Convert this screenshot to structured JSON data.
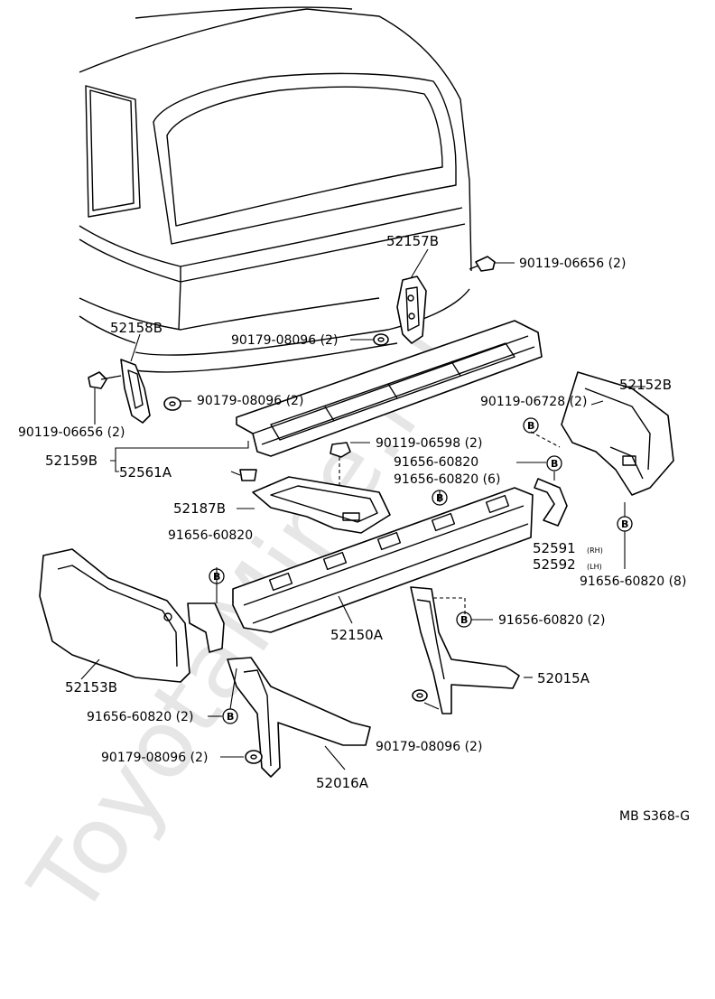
{
  "watermark": "ToyotaMine.ru",
  "reference_code": "MB S368-G",
  "marker_letter": "B",
  "parts": {
    "p52157B": "52157B",
    "p90119_06656_top": "90119-06656 (2)",
    "p52158B": "52158B",
    "p90179_08096_center": "90179-08096 (2)",
    "p90179_08096_left": "90179-08096 (2)",
    "p90119_06656_left": "90119-06656 (2)",
    "p90119_06728": "90119-06728 (2)",
    "p52152B": "52152B",
    "p90119_06598": "90119-06598 (2)",
    "p52159B": "52159B",
    "p52561A": "52561A",
    "p91656_60820_a": "91656-60820",
    "p91656_60820_6": "91656-60820 (6)",
    "p52187B": "52187B",
    "p91656_60820_b": "91656-60820",
    "p52591": "52591",
    "p52591_side": "(RH)",
    "p52592": "52592",
    "p52592_side": "(LH)",
    "p91656_60820_8": "91656-60820 (8)",
    "p91656_60820_2r": "91656-60820 (2)",
    "p52150A": "52150A",
    "p52153B": "52153B",
    "p52015A": "52015A",
    "p91656_60820_2l": "91656-60820 (2)",
    "p90179_08096_bottom_r": "90179-08096 (2)",
    "p90179_08096_bottom_l": "90179-08096 (2)",
    "p52016A": "52016A"
  }
}
